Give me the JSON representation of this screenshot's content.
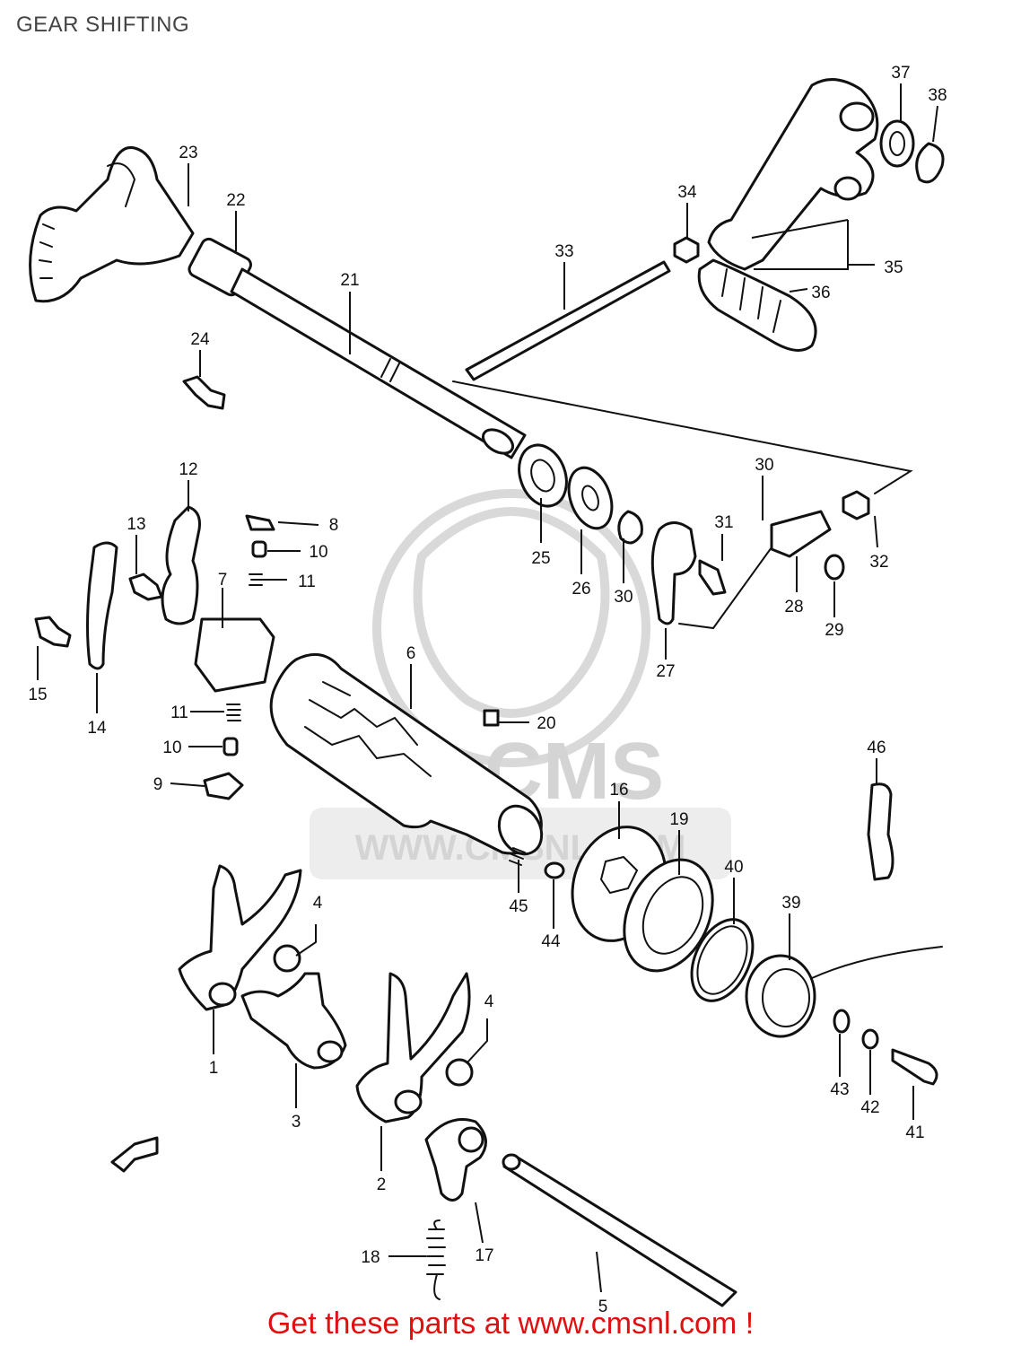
{
  "header": {
    "title": "GEAR SHIFTING"
  },
  "watermark": {
    "logo_text": "CMS",
    "url_text": "WWW.CMSNL.COM"
  },
  "footer": {
    "link_text": "Get these parts at www.cmsnl.com !",
    "link_color": "#e01010"
  },
  "labels": [
    "1",
    "2",
    "3",
    "4",
    "4",
    "5",
    "6",
    "7",
    "8",
    "9",
    "10",
    "10",
    "11",
    "11",
    "12",
    "13",
    "14",
    "15",
    "16",
    "17",
    "18",
    "19",
    "20",
    "21",
    "22",
    "23",
    "24",
    "25",
    "26",
    "27",
    "28",
    "29",
    "30",
    "30",
    "31",
    "32",
    "33",
    "34",
    "35",
    "36",
    "37",
    "38",
    "39",
    "40",
    "41",
    "42",
    "43",
    "44",
    "45",
    "46"
  ]
}
